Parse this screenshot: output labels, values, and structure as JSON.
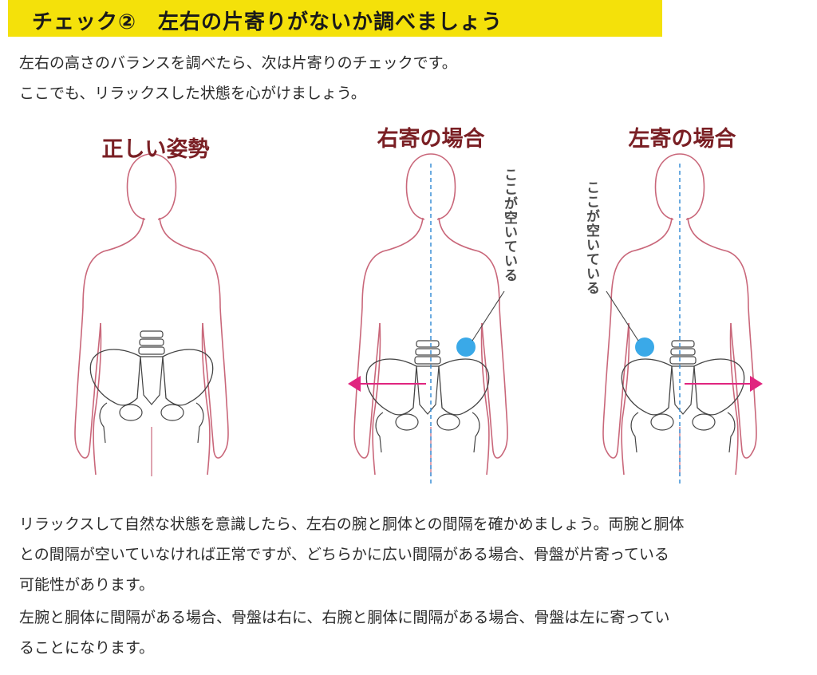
{
  "header": {
    "title": "チェック②　左右の片寄りがないか調べましょう"
  },
  "intro": [
    "左右の高さのバランスを調べたら、次は片寄りのチェックです。",
    "ここでも、リラックスした状態を心がけましょう。"
  ],
  "figures": [
    {
      "title": "正しい姿勢"
    },
    {
      "title": "右寄の場合",
      "callout": "ここが空いている"
    },
    {
      "title": "左寄の場合",
      "callout": "ここが空いている"
    }
  ],
  "colors": {
    "banner": "#f4e10a",
    "title": "#7a1f24",
    "outline": "#c9677a",
    "guide": "#3a8fd6",
    "arrow": "#e0257f",
    "marker": "#3aa9e8"
  },
  "body": [
    "リラックスして自然な状態を意識したら、左右の腕と胴体との間隔を確かめましょう。両腕と胴体",
    "との間隔が空いていなければ正常ですが、どちらかに広い間隔がある場合、骨盤が片寄っている",
    "可能性があります。",
    "左腕と胴体に間隔がある場合、骨盤は右に、右腕と胴体に間隔がある場合、骨盤は左に寄ってい",
    "ることになります。"
  ]
}
